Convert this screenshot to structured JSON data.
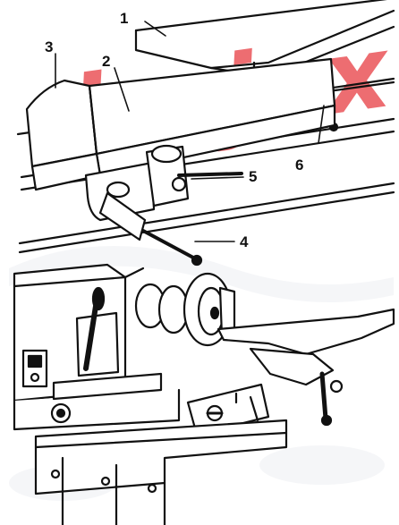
{
  "watermark": {
    "text": "drejex",
    "color": "#e8454a"
  },
  "callouts": [
    {
      "id": "1",
      "label": "1"
    },
    {
      "id": "2",
      "label": "2"
    },
    {
      "id": "3",
      "label": "3"
    },
    {
      "id": "4",
      "label": "4"
    },
    {
      "id": "5",
      "label": "5"
    },
    {
      "id": "6",
      "label": "6"
    }
  ],
  "colors": {
    "ink": "#111111",
    "paper": "#ffffff",
    "shade": "#bdbdbd"
  }
}
